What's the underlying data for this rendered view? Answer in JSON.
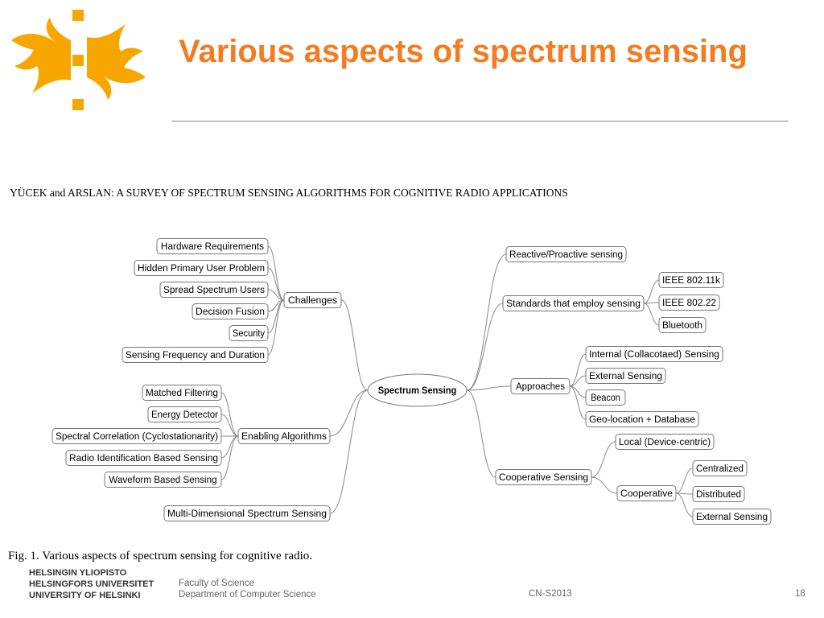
{
  "title": "Various aspects of spectrum sensing",
  "paper_header": "YÜCEK and ARSLAN: A SURVEY OF SPECTRUM SENSING ALGORITHMS FOR COGNITIVE RADIO APPLICATIONS",
  "caption": "Fig. 1.   Various aspects of spectrum sensing for cognitive radio.",
  "logo": {
    "icon": "helsinki-flame-logo",
    "color": "#f7a600"
  },
  "accent_color": "#f47b20",
  "mindmap": {
    "root": "Spectrum Sensing",
    "challenges": {
      "label": "Challenges",
      "items": [
        "Hardware Requirements",
        "Hidden Primary User Problem",
        "Spread Spectrum Users",
        "Decision Fusion",
        "Security",
        "Sensing Frequency and Duration"
      ]
    },
    "enabling": {
      "label": "Enabling Algorithms",
      "items": [
        "Matched Filtering",
        "Energy Detector",
        "Spectral Correlation (Cyclostationarity)",
        "Radio Identification Based Sensing",
        "Waveform Based Sensing"
      ]
    },
    "multi": "Multi-Dimensional Spectrum Sensing",
    "reactive": "Reactive/Proactive sensing",
    "standards": {
      "label": "Standards that employ sensing",
      "items": [
        "IEEE 802.11k",
        "IEEE 802.22",
        "Bluetooth"
      ]
    },
    "approaches": {
      "label": "Approaches",
      "items": [
        "Internal (Collacotaed) Sensing",
        "External Sensing",
        "Beacon",
        "Geo-location + Database"
      ]
    },
    "cooperative_sensing": {
      "label": "Cooperative Sensing",
      "local": "Local (Device-centric)",
      "cooperative": {
        "label": "Cooperative",
        "items": [
          "Centralized",
          "Distributed",
          "External Sensing"
        ]
      }
    }
  },
  "footer": {
    "university": [
      "HELSINGIN YLIOPISTO",
      "HELSINGFORS UNIVERSITET",
      "UNIVERSITY OF HELSINKI"
    ],
    "faculty": "Faculty of Science",
    "department": "Department of Computer Science",
    "course": "CN-S2013",
    "slide_number": "18"
  }
}
